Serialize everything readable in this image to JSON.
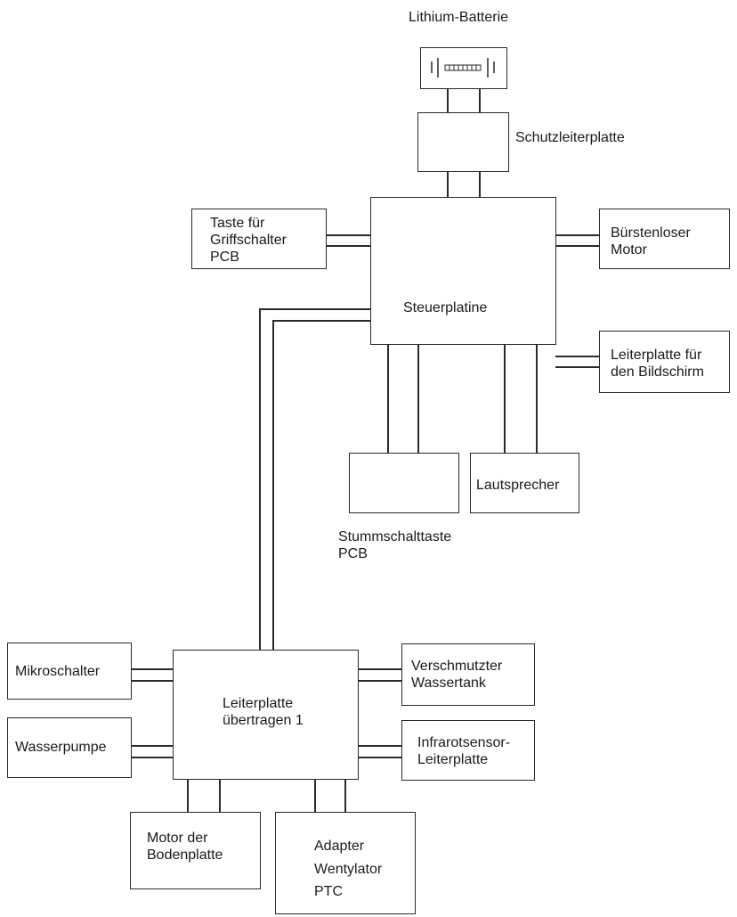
{
  "title": "Lithium-Batterie",
  "nodes": {
    "battery": {
      "label": "Lithium-Batterie"
    },
    "protection_pcb": {
      "label": "Schutzleiterplatte"
    },
    "control_board": {
      "label": "Steuerplatine"
    },
    "grip_switch_pcb": {
      "line1": "Taste für",
      "line2": "Griffschalter",
      "line3": "PCB"
    },
    "brushless_motor": {
      "line1": "Bürstenloser",
      "line2": "Motor"
    },
    "display_pcb": {
      "line1": "Leiterplatte für",
      "line2": "den Bildschirm"
    },
    "mute_button_pcb": {
      "line1": "Stummschalttaste",
      "line2": "PCB"
    },
    "speaker": {
      "label": "Lautsprecher"
    },
    "transfer_pcb": {
      "line1": "Leiterplatte",
      "line2": "übertragen 1"
    },
    "micro_switch": {
      "label": "Mikroschalter"
    },
    "water_pump": {
      "label": "Wasserpumpe"
    },
    "dirty_water_tank": {
      "line1": "Verschmutzter",
      "line2": "Wassertank"
    },
    "ir_sensor_pcb": {
      "line1": "Infrarotsensor-",
      "line2": "Leiterplatte"
    },
    "base_plate_motor": {
      "line1": "Motor der",
      "line2": "Bodenplatte"
    },
    "adapter_group": {
      "line1": "Adapter",
      "line2": "Wentylator",
      "line3": "PTC"
    }
  },
  "colors": {
    "stroke": "#2a2a2a",
    "text": "#1a1a1a",
    "background": "#ffffff"
  },
  "icons": {
    "battery": "battery-icon"
  }
}
